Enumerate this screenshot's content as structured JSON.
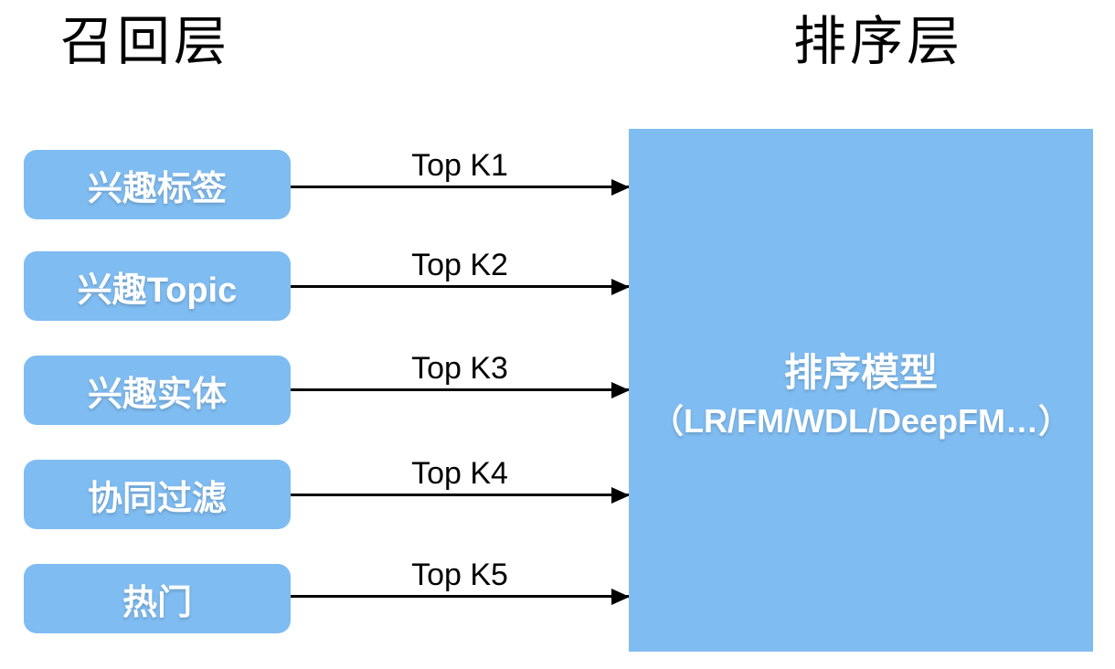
{
  "headers": {
    "recall": "召回层",
    "ranking": "排序层"
  },
  "recall_sources": [
    {
      "label": "兴趣标签"
    },
    {
      "label": "兴趣Topic"
    },
    {
      "label": "兴趣实体"
    },
    {
      "label": "协同过滤"
    },
    {
      "label": "热门"
    }
  ],
  "flows": [
    {
      "label": "Top K1"
    },
    {
      "label": "Top K2"
    },
    {
      "label": "Top K3"
    },
    {
      "label": "Top K4"
    },
    {
      "label": "Top K5"
    }
  ],
  "ranking_model": {
    "title": "排序模型",
    "subtitle": "（LR/FM/WDL/DeepFM…）"
  },
  "colors": {
    "node_fill": "#7FBCF1",
    "node_text": "#FFFFFF",
    "arrow": "#000000",
    "heading_text": "#000000",
    "background": "#FFFFFF"
  }
}
